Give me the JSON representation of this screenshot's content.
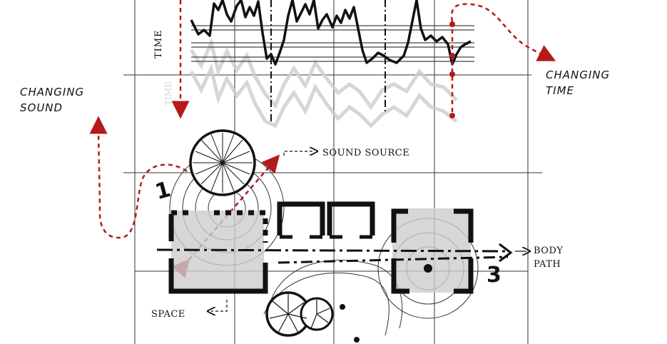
{
  "labels": {
    "changing_sound_1": "CHANGING",
    "changing_sound_2": "SOUND",
    "changing_time_1": "CHANGING",
    "changing_time_2": "TIME",
    "time_axis": "TIME",
    "sound_source": "SOUND SOURCE",
    "body_path_1": "BODY",
    "body_path_2": "PATH",
    "space": "SPACE",
    "marker_1": "1",
    "marker_3": "3"
  },
  "colors": {
    "ink": "#111111",
    "grid": "#333333",
    "accent_red": "#b51a1a",
    "shadow_grey": "#cfcfcf",
    "fill_grey": "#cdcdcd"
  }
}
